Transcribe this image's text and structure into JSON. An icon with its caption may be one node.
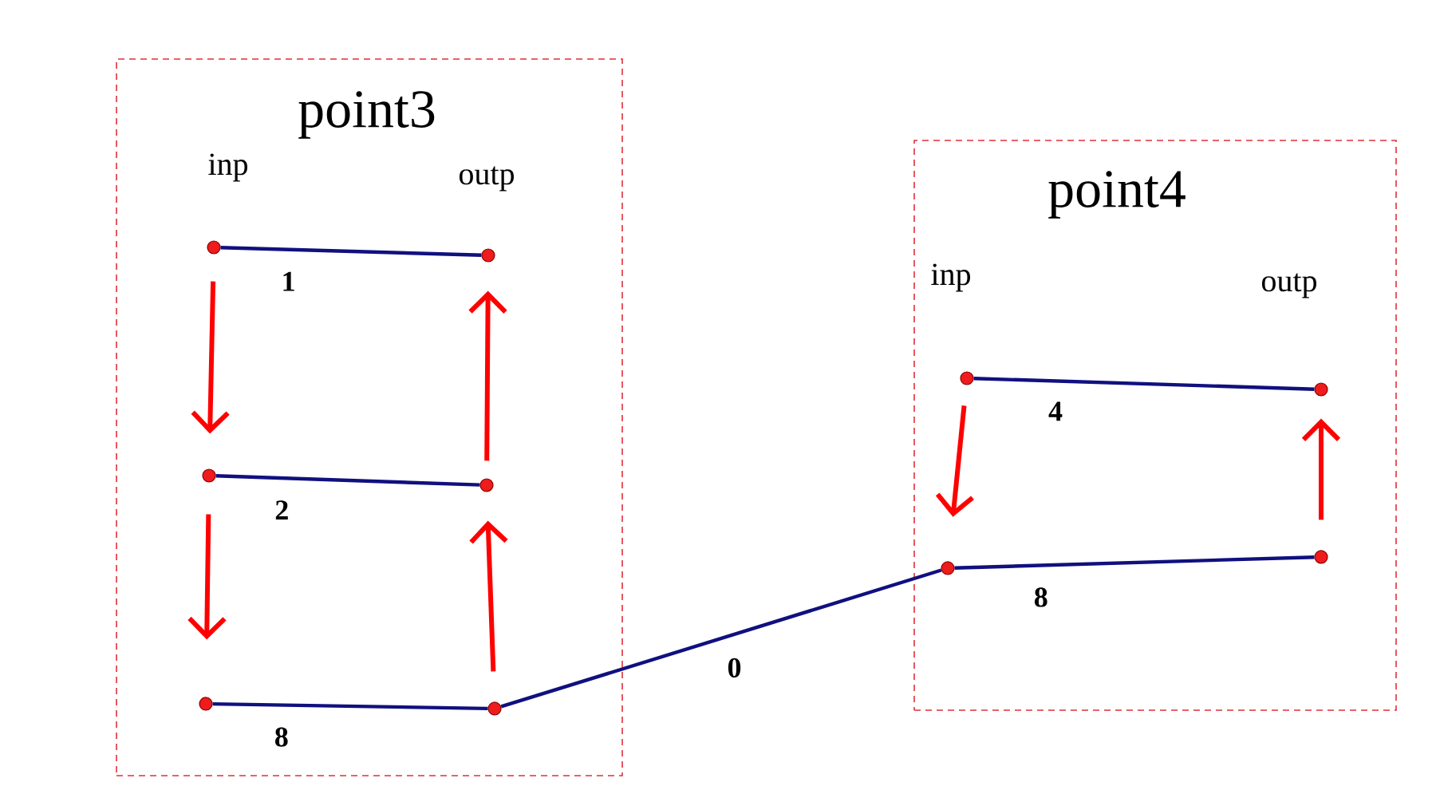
{
  "diagram": {
    "nodes": [
      {
        "text": [
          "point3",
          "inp",
          "outp"
        ]
      },
      {
        "text": [],
        "shape": "circle",
        "in": 0
      },
      {
        "text": [],
        "shape": "circle",
        "in": 0
      },
      {
        "text": [],
        "shape": "circle",
        "in": 0
      },
      {
        "text": [],
        "shape": "circle",
        "in": 0
      },
      {
        "text": [],
        "shape": "circle",
        "in": 0
      },
      {
        "text": [],
        "shape": "circle",
        "in": 0
      },
      {
        "text": [
          "point4",
          "inp",
          "outp"
        ]
      },
      {
        "text": [],
        "shape": "circle",
        "in": 7
      },
      {
        "text": [],
        "shape": "circle",
        "in": 7
      },
      {
        "text": [],
        "shape": "circle",
        "in": 7
      },
      {
        "text": [],
        "shape": "circle",
        "in": 7
      }
    ],
    "edges": [
      {
        "from": 1,
        "to": 2,
        "arrow": "none",
        "label": "1"
      },
      {
        "from": 3,
        "to": 4,
        "arrow": "none",
        "label": "2"
      },
      {
        "from": 5,
        "to": 6,
        "arrow": "none",
        "label": "8"
      },
      {
        "from": 6,
        "to": 10,
        "arrow": "none",
        "label": "0"
      },
      {
        "from": 8,
        "to": 9,
        "arrow": "none",
        "label": "4"
      },
      {
        "from": 10,
        "to": 11,
        "arrow": "none",
        "label": "8"
      },
      {
        "from": 1,
        "to": 3,
        "arrow": "to",
        "color": "#ff0000"
      },
      {
        "from": 3,
        "to": 5,
        "arrow": "to",
        "color": "#ff0000"
      },
      {
        "from": 6,
        "to": 4,
        "arrow": "to",
        "color": "#ff0000"
      },
      {
        "from": 4,
        "to": 2,
        "arrow": "to",
        "color": "#ff0000"
      },
      {
        "from": 8,
        "to": 10,
        "arrow": "to",
        "color": "#ff0000"
      },
      {
        "from": 11,
        "to": 9,
        "arrow": "to",
        "color": "#ff0000"
      }
    ]
  }
}
